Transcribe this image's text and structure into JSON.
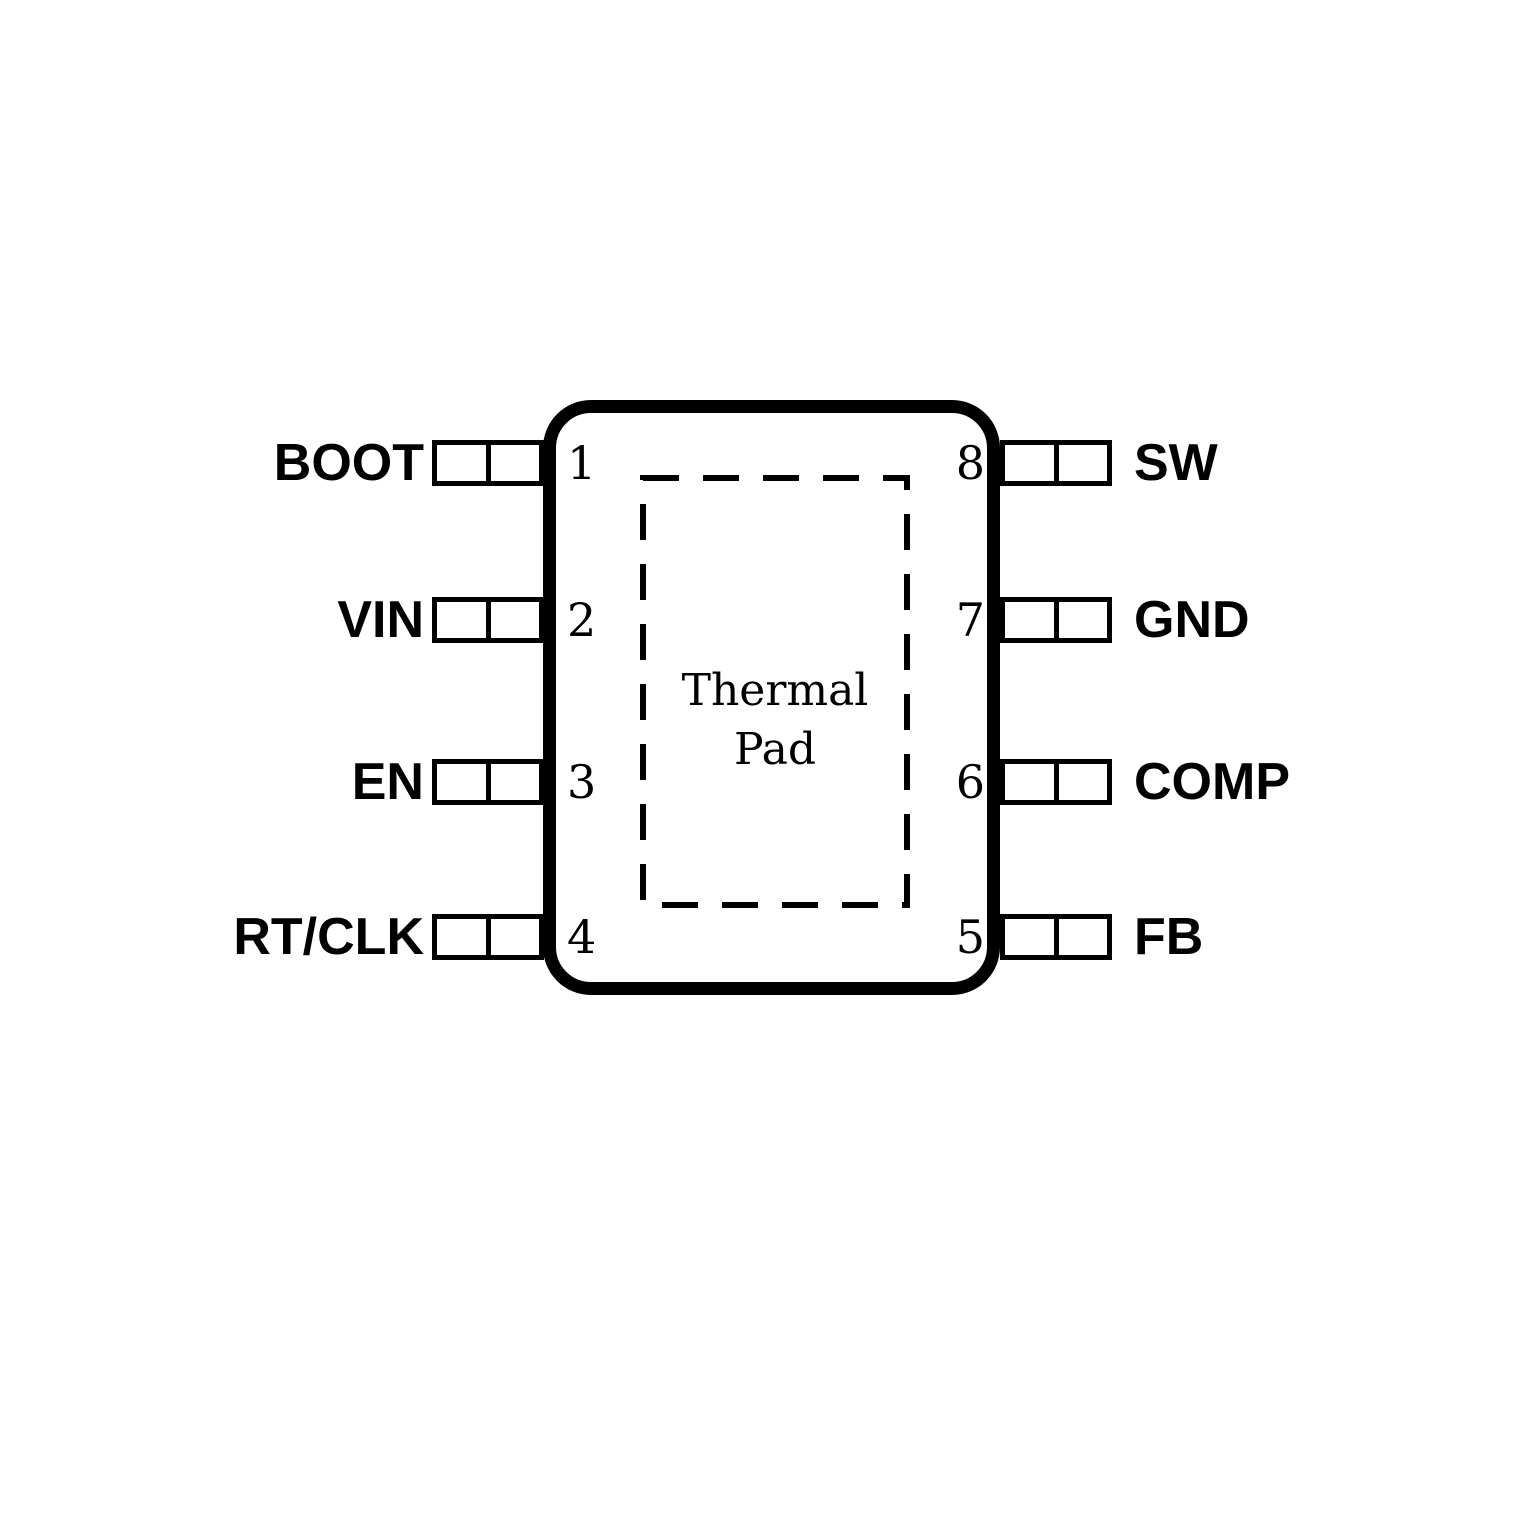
{
  "diagram": {
    "thermal_pad_label": "Thermal Pad",
    "pins": {
      "left": [
        {
          "number": "1",
          "label": "BOOT"
        },
        {
          "number": "2",
          "label": "VIN"
        },
        {
          "number": "3",
          "label": "EN"
        },
        {
          "number": "4",
          "label": "RT/CLK"
        }
      ],
      "right": [
        {
          "number": "8",
          "label": "SW"
        },
        {
          "number": "7",
          "label": "GND"
        },
        {
          "number": "6",
          "label": "COMP"
        },
        {
          "number": "5",
          "label": "FB"
        }
      ]
    },
    "colors": {
      "line": "#000000",
      "background": "#ffffff"
    }
  }
}
